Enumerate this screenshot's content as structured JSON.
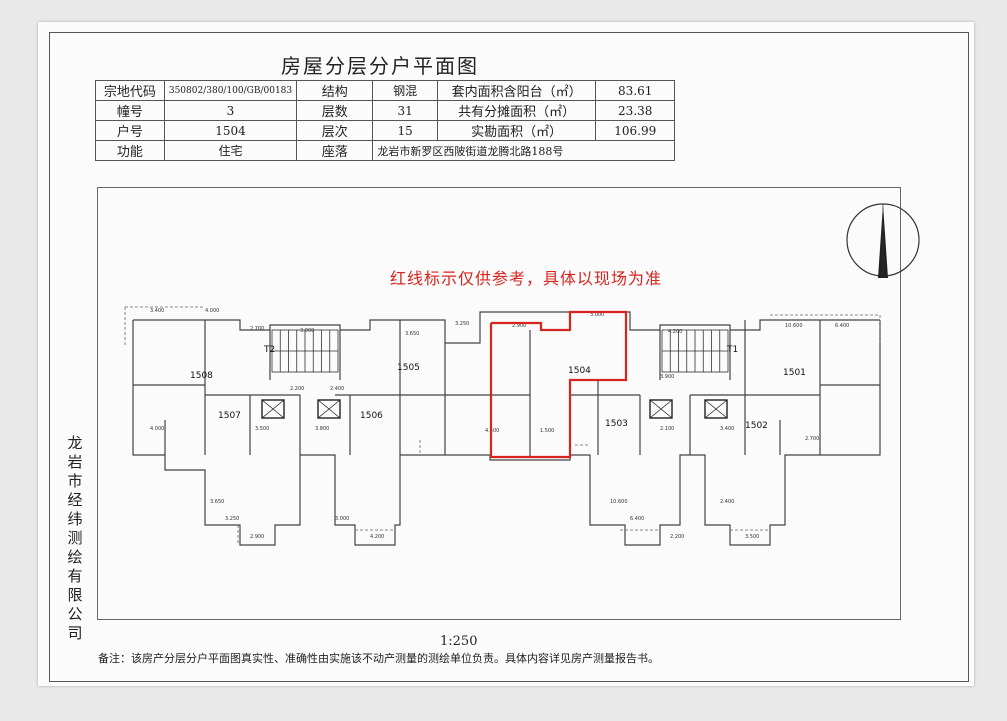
{
  "document": {
    "title": "房屋分层分户平面图",
    "notice": "红线标示仅供参考，具体以现场为准",
    "scale": "1:250",
    "remark": "备注：该房产分层分户平面图真实性、准确性由实施该不动产测量的测绘单位负责。具体内容详见房产测量报告书。",
    "company": "龙岩市经纬测绘有限公司"
  },
  "info": {
    "zongdi_label": "宗地代码",
    "zongdi_value": "350802/380/100/GB/00183",
    "jiegou_label": "结构",
    "jiegou_value": "钢混",
    "taonei_label": "套内面积含阳台（㎡）",
    "taonei_value": "83.61",
    "zhuang_label": "幢号",
    "zhuang_value": "3",
    "cengshu_label": "层数",
    "cengshu_value": "31",
    "gongyou_label": "共有分摊面积（㎡）",
    "gongyou_value": "23.38",
    "huhao_label": "户号",
    "huhao_value": "1504",
    "cengci_label": "层次",
    "cengci_value": "15",
    "shikan_label": "实勘面积（㎡）",
    "shikan_value": "106.99",
    "gongneng_label": "功能",
    "gongneng_value": "住宅",
    "zuoluo_label": "座落",
    "zuoluo_value": "龙岩市新罗区西陂街道龙腾北路188号"
  },
  "plan": {
    "units": [
      "1508",
      "1507",
      "1506",
      "1505",
      "1504",
      "1503",
      "1502",
      "1501"
    ],
    "stair_labels": [
      "T2",
      "T1"
    ],
    "dims": [
      "3.400",
      "4.000",
      "2.700",
      "3.900",
      "3.650",
      "3.250",
      "2.900",
      "3.000",
      "4.200",
      "10.600",
      "6.400",
      "2.200",
      "2.400",
      "3.500",
      "3.800",
      "4.500",
      "1.500",
      "2.100"
    ]
  },
  "colors": {
    "red_outline": "#d8241e",
    "line": "#444444"
  }
}
